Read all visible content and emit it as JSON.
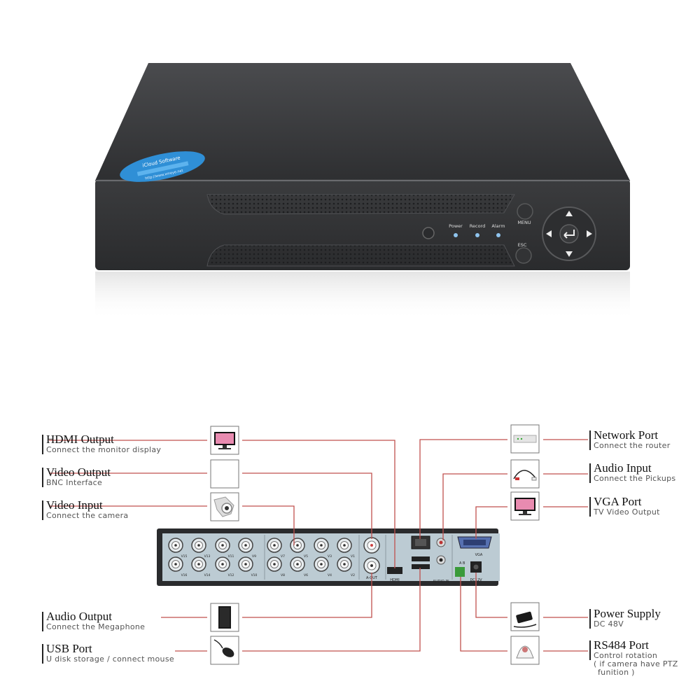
{
  "device": {
    "sticker_line1": "iCloud Software",
    "sticker_line2": "http://www.xmeye.net",
    "led_labels": [
      "Power",
      "Record",
      "Alarm"
    ],
    "menu_label": "MENU",
    "esc_label": "ESC"
  },
  "rear_panel": {
    "bnc_labels_top": [
      "V15",
      "V13",
      "V11",
      "V9",
      "V7",
      "V5",
      "V3",
      "V1"
    ],
    "bnc_labels_bottom": [
      "V16",
      "V14",
      "V12",
      "V10",
      "V8",
      "V6",
      "V4",
      "V2"
    ],
    "aout_label": "A-OUT",
    "hdmi_label": "HDMI",
    "audio_in_label": "AUDIO IN",
    "vga_label": "VGA",
    "dc_label": "DC12V",
    "ab_label": "A  B"
  },
  "labels": {
    "hdmi": {
      "title": "HDMI Output",
      "sub": "Connect the monitor display"
    },
    "video_output": {
      "title": "Video Output",
      "sub": "BNC Interface"
    },
    "video_input": {
      "title": "Video Input",
      "sub": "Connect the camera"
    },
    "audio_output": {
      "title": "Audio Output",
      "sub": "Connect the Megaphone"
    },
    "usb": {
      "title": "USB Port",
      "sub": "U disk storage / connect mouse"
    },
    "network": {
      "title": "Network Port",
      "sub": "Connect the router"
    },
    "audio_input": {
      "title": "Audio Input",
      "sub": "Connect the Pickups"
    },
    "vga": {
      "title": "VGA Port",
      "sub": "TV Video Output"
    },
    "power": {
      "title": "Power Supply",
      "sub": "DC 48V"
    },
    "rs484": {
      "title": "RS484 Port",
      "sub": "Control rotation",
      "sub2": "( if camera have PTZ",
      "sub3": "funition )"
    }
  },
  "colors": {
    "leader_line": "#c0504d",
    "device_body": "#3a3b3d",
    "panel_face": "#b9c7cf"
  },
  "icons": [
    "monitor-icon",
    "blank-box",
    "camera-icon",
    "speaker-icon",
    "mouse-icon",
    "router-icon",
    "audio-cable-icon",
    "power-adapter-icon",
    "ptz-camera-icon"
  ]
}
